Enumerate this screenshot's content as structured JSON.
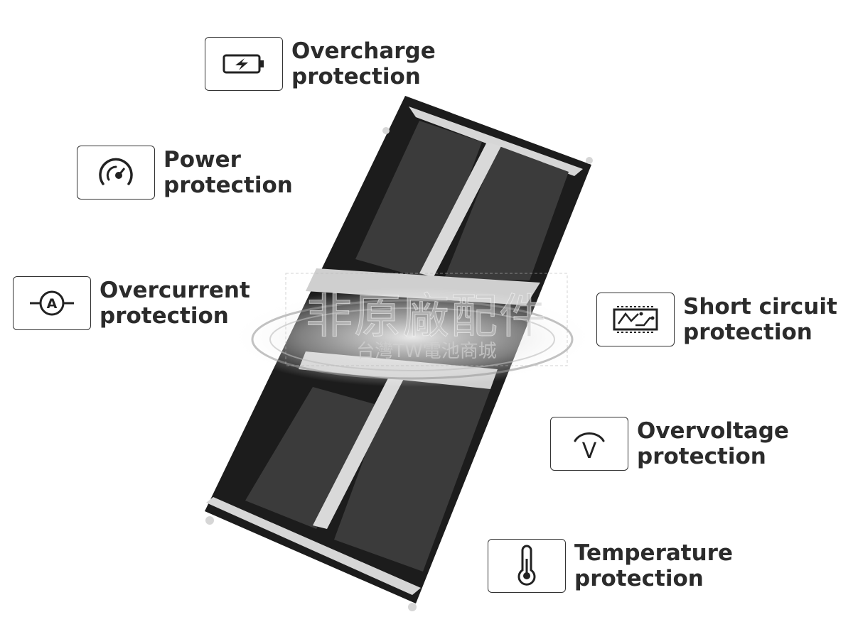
{
  "features": [
    {
      "id": "overcharge",
      "icon": "battery-charge-icon",
      "line1": "Overcharge",
      "line2": "protection"
    },
    {
      "id": "power",
      "icon": "gauge-icon",
      "line1": "Power",
      "line2": "protection"
    },
    {
      "id": "overcurrent",
      "icon": "ammeter-icon",
      "line1": "Overcurrent",
      "line2": "protection"
    },
    {
      "id": "short",
      "icon": "circuit-board-icon",
      "line1": "Short circuit",
      "line2": "protection"
    },
    {
      "id": "overvoltage",
      "icon": "voltmeter-icon",
      "line1": "Overvoltage",
      "line2": "protection"
    },
    {
      "id": "temperature",
      "icon": "thermometer-icon",
      "line1": "Temperature",
      "line2": "protection"
    }
  ],
  "watermark": {
    "main": "非原廠配件",
    "sub": "台灣TW電池商城"
  },
  "colors": {
    "text": "#2b2b2b",
    "border": "#333333",
    "battery": "#1a1a1a",
    "cell": "#3a3a3a",
    "strip": "#d9d9d9"
  }
}
